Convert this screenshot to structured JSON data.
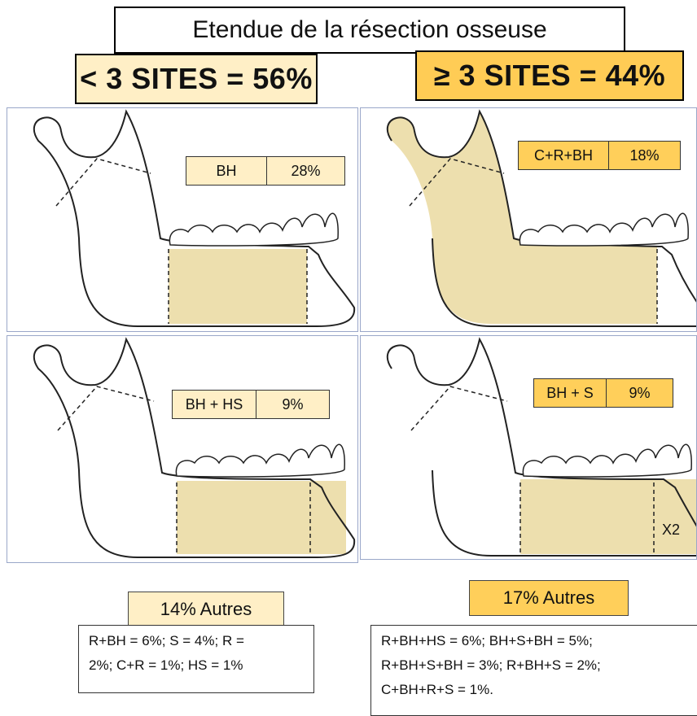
{
  "title": "Etendue de la résection osseuse",
  "groups": {
    "left": {
      "label": "< 3 SITES = 56%"
    },
    "right": {
      "label": "≥ 3 SITES = 44%"
    }
  },
  "panels": [
    {
      "code": "BH",
      "percent": "28%"
    },
    {
      "code": "C+R+BH",
      "percent": "18%"
    },
    {
      "code": "BH + HS",
      "percent": "9%"
    },
    {
      "code": "BH + S",
      "percent": "9%",
      "note": "X2"
    }
  ],
  "others": {
    "left": {
      "label": "14% Autres",
      "lines": [
        "R+BH = 6%; S = 4%; R =",
        "2%; C+R = 1%; HS = 1%"
      ]
    },
    "right": {
      "label": "17% Autres",
      "lines": [
        "R+BH+HS = 6%; BH+S+BH = 5%;",
        "R+BH+S+BH = 3%; R+BH+S = 2%;",
        "C+BH+R+S = 1%."
      ]
    }
  },
  "colors": {
    "light_yellow": "#ffefc6",
    "dark_yellow": "#ffcf5a",
    "bone_shade": "#eddfae"
  }
}
